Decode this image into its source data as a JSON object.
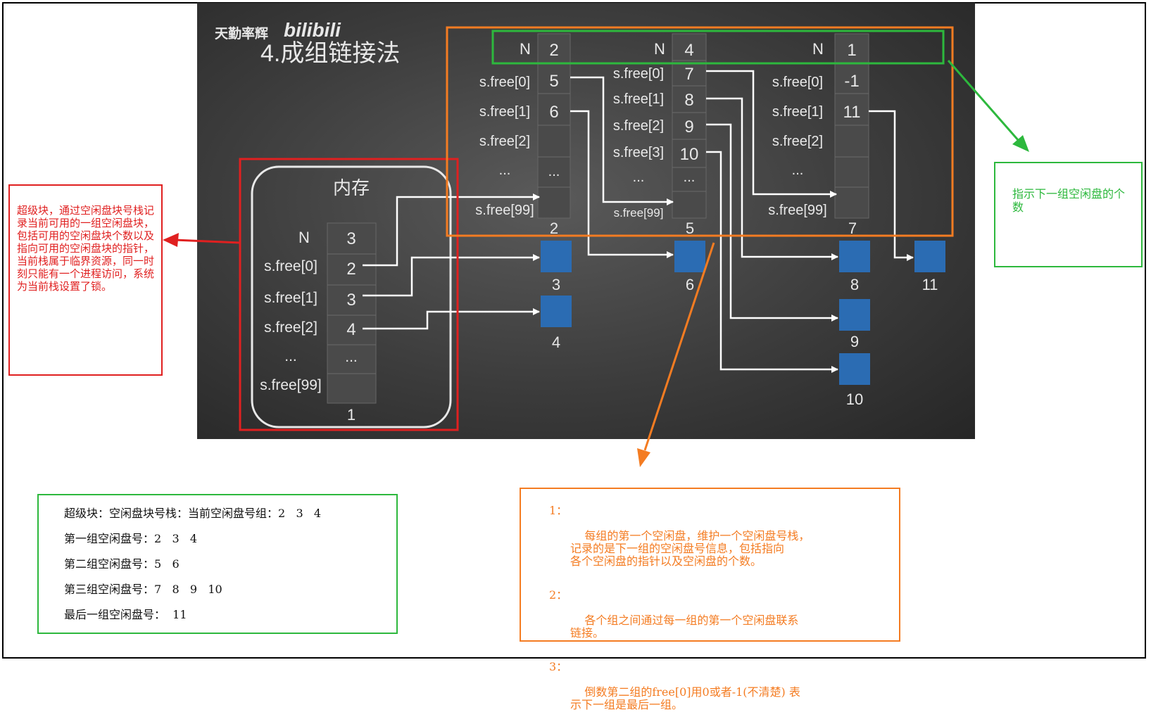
{
  "slide": {
    "watermark": "天勤率辉",
    "bilibili": "bilibili",
    "title": "4.成组链接法",
    "memory_label": "内存",
    "ellipsis": "...",
    "memory_block": {
      "labels": [
        "N",
        "s.free[0]",
        "s.free[1]",
        "s.free[2]",
        "...",
        "s.free[99]"
      ],
      "values": [
        "3",
        "2",
        "3",
        "4",
        "...",
        ""
      ],
      "block_number": "1"
    },
    "groups": [
      {
        "labels": [
          "N",
          "s.free[0]",
          "s.free[1]",
          "s.free[2]",
          "...",
          "s.free[99]"
        ],
        "values": [
          "2",
          "5",
          "6",
          "",
          "...",
          ""
        ],
        "block_number": "2"
      },
      {
        "labels": [
          "N",
          "s.free[0]",
          "s.free[1]",
          "s.free[2]",
          "s.free[3]",
          "...",
          "s.free[99]"
        ],
        "values": [
          "4",
          "7",
          "8",
          "9",
          "10",
          "...",
          ""
        ],
        "block_number": "5"
      },
      {
        "labels": [
          "N",
          "s.free[0]",
          "s.free[1]",
          "s.free[2]",
          "...",
          "s.free[99]"
        ],
        "values": [
          "1",
          "-1",
          "11",
          "",
          "",
          ""
        ],
        "block_number": "7"
      }
    ],
    "disk_blocks": [
      "3",
      "4",
      "6",
      "8",
      "9",
      "10",
      "11"
    ]
  },
  "notes": {
    "superblock": "超级块，通过空闲盘块号栈记录当前可用的一组空闲盘块，包括可用的空闲盘块个数以及指向可用的空闲盘块的指针，当前栈属于临界资源，同一时刻只能有一个进程访问，系统为当前栈设置了锁。",
    "next_count": "指示下一组空闲盘的个数",
    "summary": [
      "超级块：空闲盘块号栈：当前空闲盘号组：2   3   4",
      "第一组空闲盘号：2   3   4",
      "第二组空闲盘号：5   6",
      "第三组空闲盘号：7   8   9   10",
      "最后一组空闲盘号：  11"
    ],
    "explain": [
      {
        "num": "1：",
        "text": "每组的第一个空闲盘，维护一个空闲盘号栈，\n记录的是下一组的空闲盘号信息，包括指向\n各个空闲盘的指针以及空闲盘的个数。"
      },
      {
        "num": "2：",
        "text": "各个组之间通过每一组的第一个空闲盘联系\n链接。"
      },
      {
        "num": "3：",
        "text": "倒数第二组的free[0]用0或者-1(不清楚) 表\n示下一组是最后一组。"
      }
    ]
  },
  "colors": {
    "red": "#e02020",
    "green": "#2db83d",
    "orange": "#f47c22",
    "disk_blue": "#2b6cb3"
  }
}
